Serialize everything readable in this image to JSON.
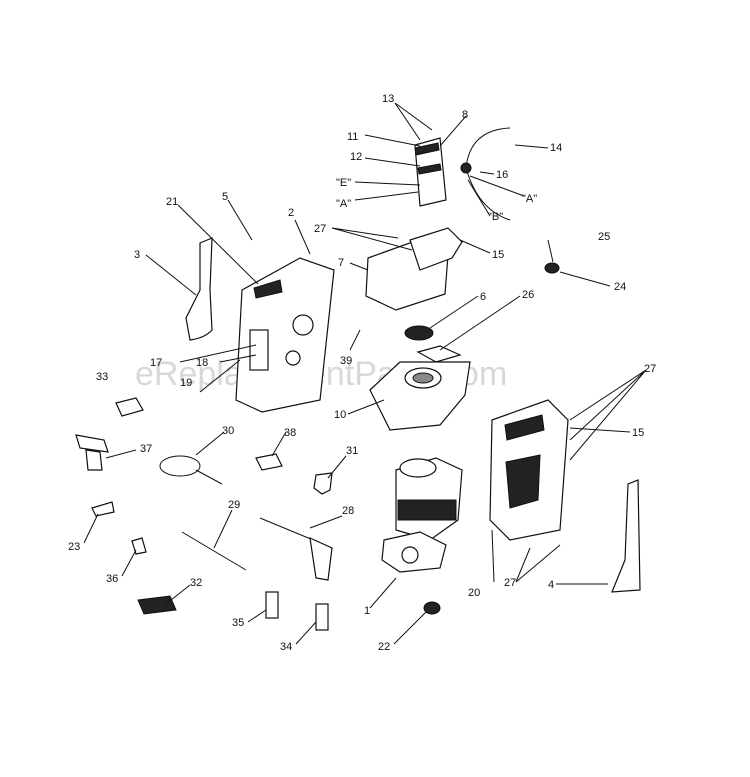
{
  "watermark": "eReplacementParts.com",
  "callouts": [
    {
      "id": "l13",
      "text": "13"
    },
    {
      "id": "l8",
      "text": "8"
    },
    {
      "id": "l11",
      "text": "11"
    },
    {
      "id": "l14",
      "text": "14"
    },
    {
      "id": "l12",
      "text": "12"
    },
    {
      "id": "l16",
      "text": "16"
    },
    {
      "id": "lE",
      "text": "\"E\""
    },
    {
      "id": "lA1",
      "text": "\"A\""
    },
    {
      "id": "lB",
      "text": "\"B\""
    },
    {
      "id": "lA2",
      "text": "\"A\""
    },
    {
      "id": "l21",
      "text": "21"
    },
    {
      "id": "l5",
      "text": "5"
    },
    {
      "id": "l2",
      "text": "2"
    },
    {
      "id": "l27a",
      "text": "27"
    },
    {
      "id": "l15a",
      "text": "15"
    },
    {
      "id": "l25",
      "text": "25"
    },
    {
      "id": "l3",
      "text": "3"
    },
    {
      "id": "l7",
      "text": "7"
    },
    {
      "id": "l24",
      "text": "24"
    },
    {
      "id": "l6",
      "text": "6"
    },
    {
      "id": "l26",
      "text": "26"
    },
    {
      "id": "l17",
      "text": "17"
    },
    {
      "id": "l18",
      "text": "18"
    },
    {
      "id": "l39",
      "text": "39"
    },
    {
      "id": "l33",
      "text": "33"
    },
    {
      "id": "l19",
      "text": "19"
    },
    {
      "id": "l10",
      "text": "10"
    },
    {
      "id": "l27b",
      "text": "27"
    },
    {
      "id": "l15b",
      "text": "15"
    },
    {
      "id": "l30",
      "text": "30"
    },
    {
      "id": "l38",
      "text": "38"
    },
    {
      "id": "l37",
      "text": "37"
    },
    {
      "id": "l31",
      "text": "31"
    },
    {
      "id": "l29",
      "text": "29"
    },
    {
      "id": "l28",
      "text": "28"
    },
    {
      "id": "l23",
      "text": "23"
    },
    {
      "id": "l36",
      "text": "36"
    },
    {
      "id": "l27c",
      "text": "27"
    },
    {
      "id": "l4",
      "text": "4"
    },
    {
      "id": "l32",
      "text": "32"
    },
    {
      "id": "l20",
      "text": "20"
    },
    {
      "id": "l1",
      "text": "1"
    },
    {
      "id": "l35",
      "text": "35"
    },
    {
      "id": "l34",
      "text": "34"
    },
    {
      "id": "l22",
      "text": "22"
    }
  ]
}
